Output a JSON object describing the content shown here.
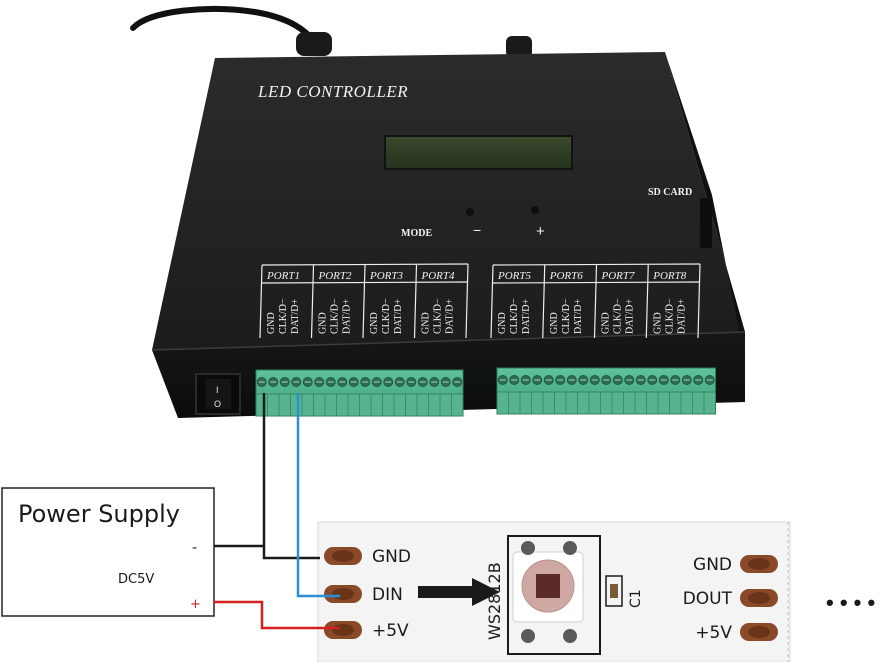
{
  "controller": {
    "title": "LED CONTROLLER",
    "sd_card": "SD CARD",
    "mode": "MODE",
    "minus": "−",
    "plus": "+",
    "switch_on": "I",
    "switch_off": "O",
    "ports_left": [
      "PORT1",
      "PORT2",
      "PORT3",
      "PORT4"
    ],
    "ports_right": [
      "PORT5",
      "PORT6",
      "PORT7",
      "PORT8"
    ],
    "pin_labels": [
      "GND",
      "CLK/D−",
      "DAT/D+"
    ]
  },
  "power_supply": {
    "title": "Power Supply",
    "voltage": "DC5V",
    "minus": "-",
    "plus": "+"
  },
  "strip": {
    "left_pads": [
      "GND",
      "DIN",
      "+5V"
    ],
    "right_pads": [
      "GND",
      "DOUT",
      "+5V"
    ],
    "chip": "WS2812B",
    "capacitor": "C1",
    "continuation": "• • • •"
  },
  "wire_colors": {
    "ground": "#1a1a1a",
    "data": "#2a8fd6",
    "power": "#d42020"
  }
}
